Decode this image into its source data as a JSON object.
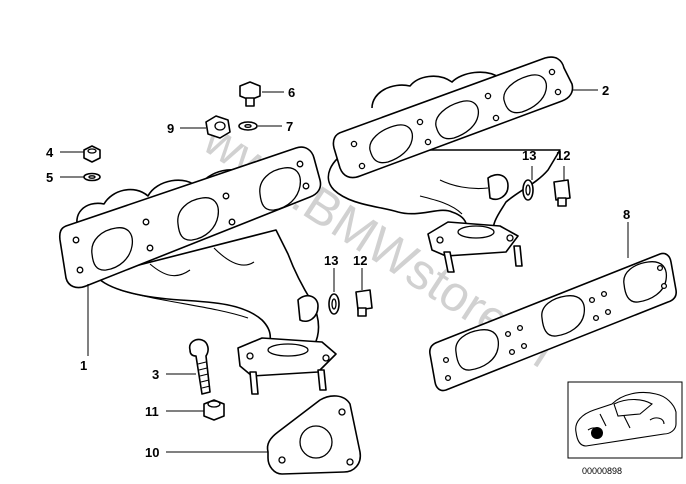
{
  "diagram": {
    "watermark": "www.BMWstore.pl",
    "image_code": "00000898",
    "callouts": [
      {
        "id": "c1",
        "label": "1"
      },
      {
        "id": "c2",
        "label": "2"
      },
      {
        "id": "c3",
        "label": "3"
      },
      {
        "id": "c4",
        "label": "4"
      },
      {
        "id": "c5",
        "label": "5"
      },
      {
        "id": "c6",
        "label": "6"
      },
      {
        "id": "c7",
        "label": "7"
      },
      {
        "id": "c8",
        "label": "8"
      },
      {
        "id": "c9",
        "label": "9"
      },
      {
        "id": "c10",
        "label": "10"
      },
      {
        "id": "c11",
        "label": "11"
      },
      {
        "id": "c12a",
        "label": "12"
      },
      {
        "id": "c12b",
        "label": "12"
      },
      {
        "id": "c13a",
        "label": "13"
      },
      {
        "id": "c13b",
        "label": "13"
      }
    ]
  }
}
